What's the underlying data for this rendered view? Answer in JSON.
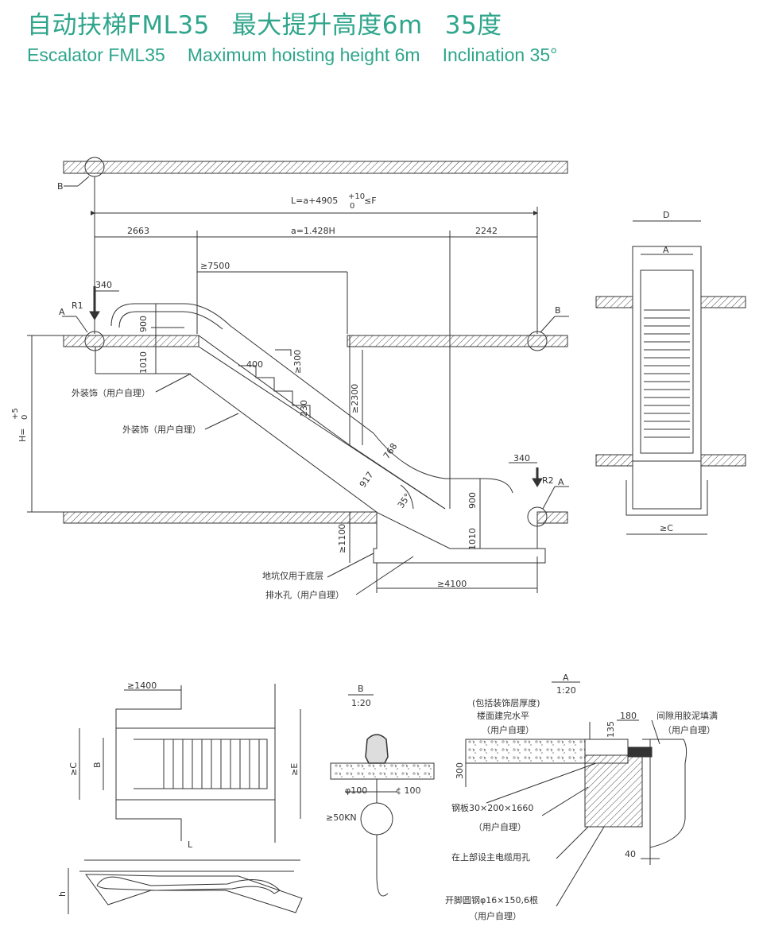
{
  "title": {
    "cn_model": "自动扶梯FML35",
    "cn_height": "最大提升高度6m",
    "cn_angle": "35度",
    "en_model": "Escalator FML35",
    "en_height": "Maximum hoisting height 6m",
    "en_angle": "Inclination 35°"
  },
  "main_view": {
    "label_B_top": "B",
    "label_L_formula": "L=a+4905",
    "tol_L_upper": "+10",
    "tol_L_lower": "0",
    "label_L_le": "≤F",
    "dim_2663": "2663",
    "dim_a": "a=1.428H",
    "dim_2242": "2242",
    "dim_7500": "≥7500",
    "dim_340_top": "340",
    "label_R1": "R1",
    "label_A_left": "A",
    "label_B_right": "B",
    "dim_900_top": "900",
    "dim_1010_top": "1010",
    "dim_300": "≥300",
    "dim_400": "400",
    "dim_2300": "≥2300",
    "dim_230": "230",
    "dim_768": "768",
    "dim_917": "917",
    "angle": "35°",
    "label_H": "H=",
    "tol_H_upper": "+5",
    "tol_H_lower": "0",
    "deco1": "外装饰（用户自理）",
    "deco2": "外装饰（用户自理）",
    "dim_340_bottom": "340",
    "label_R2": "R2",
    "label_A_right": "A",
    "dim_900_bottom": "900",
    "dim_1010_bottom": "1010",
    "dim_1100": "≥1100",
    "pit_note": "地坑仅用于底层",
    "drain_note": "排水孔（用户自理）",
    "dim_4100": "≥4100"
  },
  "side_view": {
    "label_D": "D",
    "label_A": "A",
    "label_C": "≥C"
  },
  "plan_view": {
    "dim_1400": "≥1400",
    "label_C": "≥C",
    "label_B": "B",
    "label_E": "≥E"
  },
  "profile_view": {
    "label_L": "L",
    "label_h": "h"
  },
  "detail_B": {
    "title": "B",
    "scale": "1:20",
    "dia1": "φ100",
    "dia2": "¢ 100",
    "load": "≥50KN"
  },
  "detail_A": {
    "title": "A",
    "scale": "1:20",
    "note_finish_1": "(包括装饰层厚度)",
    "note_finish_2": "楼面建完水平",
    "note_finish_3": "（用户自理）",
    "dim_180": "180",
    "dim_135": "135",
    "dim_300": "300",
    "dim_40": "40",
    "gap_note_1": "间隙用胶泥填满",
    "gap_note_2": "（用户自理）",
    "plate_note_1": "钢板30×200×1660",
    "plate_note_2": "（用户自理）",
    "hole_note": "在上部设主电缆用孔",
    "rebar_note_1": "开脚圆钢φ16×150,6根",
    "rebar_note_2": "（用户自理）"
  }
}
